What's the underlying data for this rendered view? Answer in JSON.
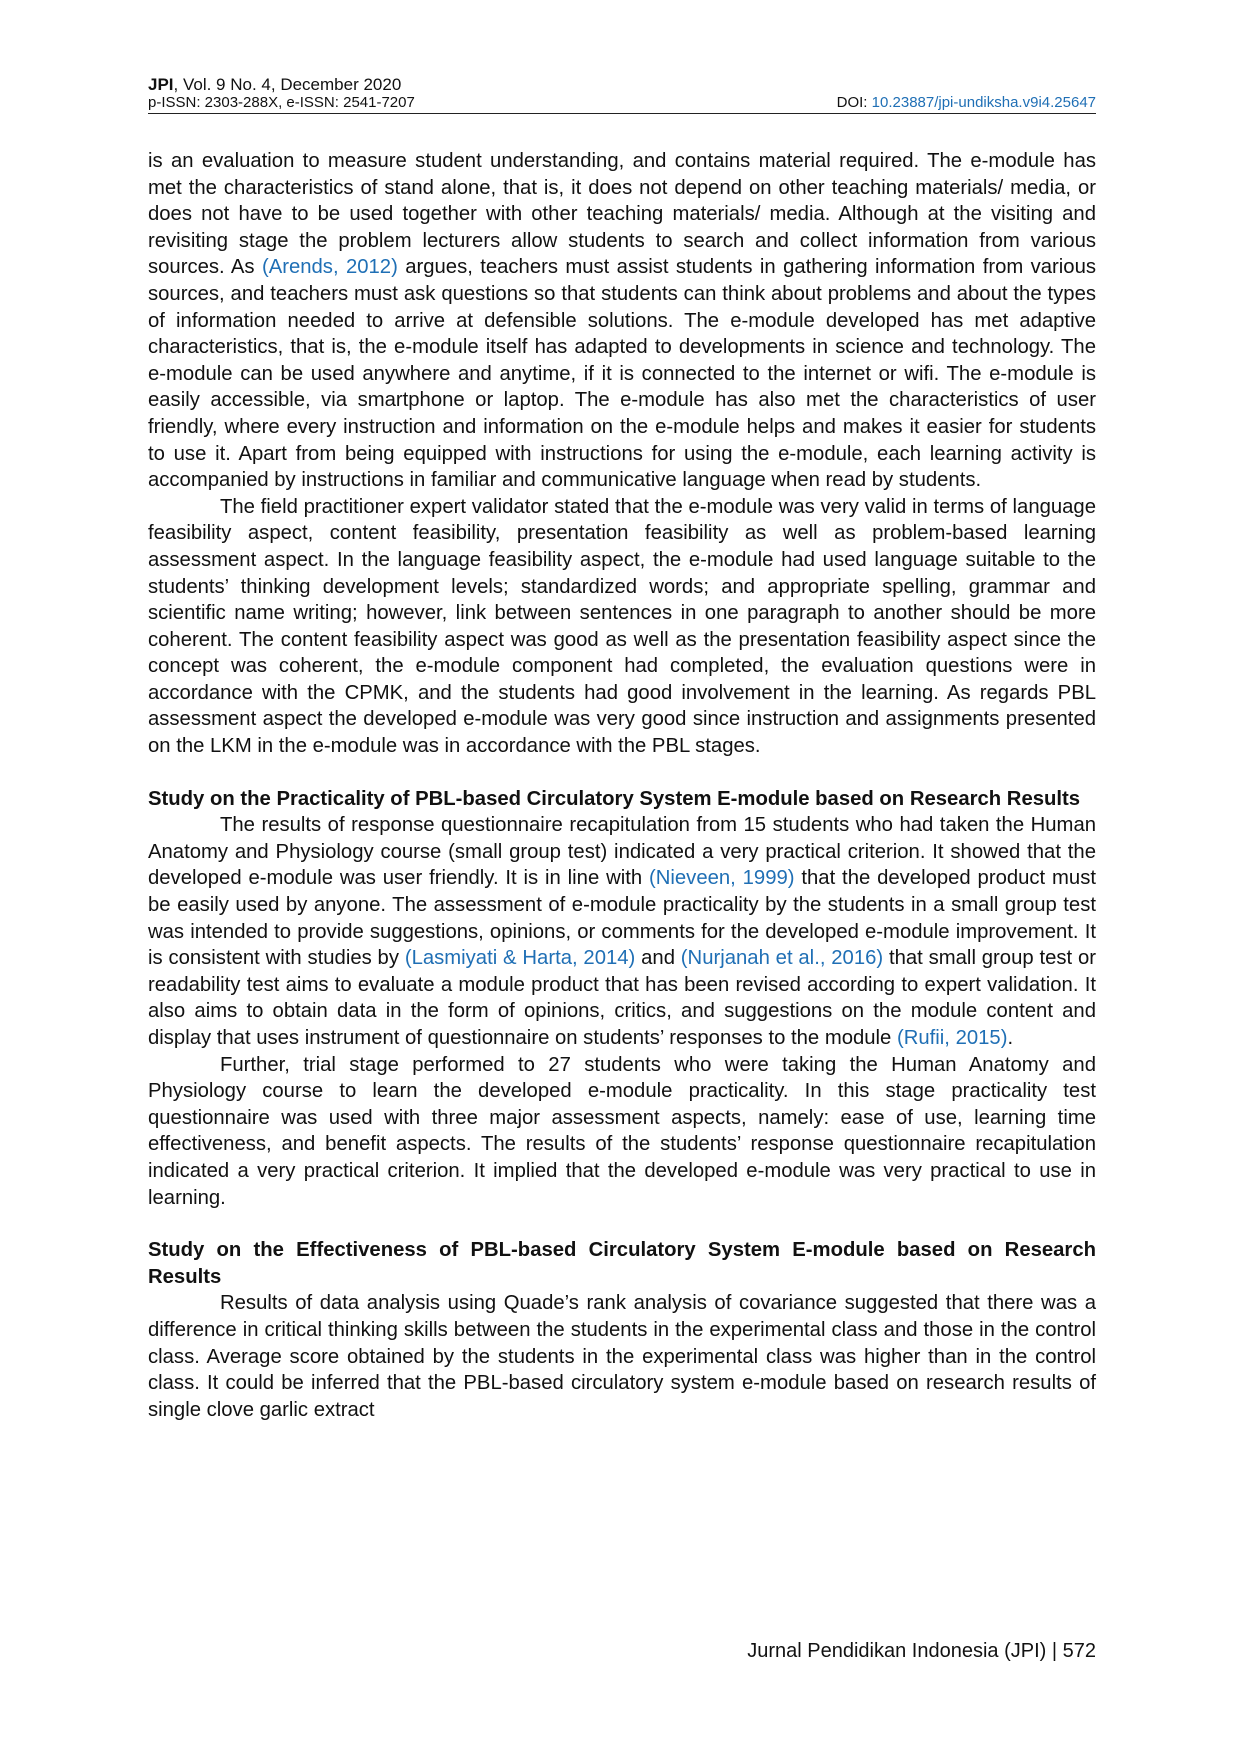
{
  "header": {
    "journal": "JPI",
    "issue": ", Vol. 9 No. 4, December 2020",
    "issn": "p-ISSN: 2303-288X, e-ISSN: 2541-7207",
    "doi_label": "DOI: ",
    "doi": "10.23887/jpi-undiksha.v9i4.25647"
  },
  "paragraphs": {
    "p1": "is an evaluation to measure student understanding, and contains material required. The e-module has met the characteristics of stand alone, that is, it does not depend on other teaching materials/ media, or does not have to be used together with other teaching materials/ media. Although at the visiting and revisiting stage the problem lecturers allow students to search and collect information from various sources. As ",
    "p1_cite": "(Arends, 2012)",
    "p1_rest": " argues, teachers must assist students in gathering information from various sources, and teachers must ask questions so that students can think about problems and about the types of information needed to arrive at defensible solutions. The e-module developed has met adaptive characteristics, that is, the e-module itself has adapted to developments in science and technology. The e-module can be used anywhere and anytime, if it is connected to the internet or wifi. The e-module is easily accessible, via smartphone or laptop. The e-module has also met the characteristics of user friendly, where every instruction and information on the e-module helps and makes it easier for students to use it. Apart from being equipped with instructions for using the e-module, each learning activity is accompanied by instructions in familiar and communicative language when read by students.",
    "p2": "The field practitioner expert validator stated that the e-module was very valid in terms of language feasibility aspect, content feasibility, presentation feasibility as well as problem-based learning assessment aspect. In the language feasibility aspect, the e-module had used language suitable to the students’ thinking development levels; standardized words; and appropriate spelling, grammar and scientific name writing; however, link between sentences in one paragraph to another should be more coherent. The content feasibility aspect was good as well as the presentation feasibility aspect since the concept was coherent, the e-module component had completed, the evaluation questions were in accordance with the CPMK, and the students had good involvement in the learning. As regards PBL assessment aspect the developed e-module was very good since instruction and assignments presented on the LKM in the e-module was in accordance with the PBL stages.",
    "h1": "Study on the Practicality of PBL-based Circulatory System E-module based on Research Results",
    "p3a": "The results of response questionnaire recapitulation from 15 students who had taken the Human Anatomy and Physiology course (small group test) indicated a very practical criterion. It showed that the developed e-module was user friendly. It is in line with ",
    "p3_cite1": "(Nieveen, 1999)",
    "p3b": " that the developed product must be easily used by anyone. The assessment of e-module practicality by the students in a small group test was intended to provide suggestions, opinions, or comments for the developed e-module improvement. It is consistent with studies by ",
    "p3_cite2": "(Lasmiyati & Harta, 2014)",
    "p3c": " and ",
    "p3_cite3": "(Nurjanah et al., 2016)",
    "p3d": " that small group test or readability test aims to evaluate a module product that has been revised according to expert validation. It also aims to obtain data in the form of opinions, critics, and suggestions on the module content and display that uses instrument of questionnaire on students’ responses to the module ",
    "p3_cite4": "(Rufii, 2015)",
    "p3e": ".",
    "p4": "Further, trial stage performed to 27 students who were taking the Human Anatomy and Physiology course to learn the developed e-module practicality. In this stage practicality test questionnaire was used with three major assessment aspects, namely: ease of use, learning time effectiveness, and benefit aspects. The results of the students’ response questionnaire recapitulation indicated a very practical criterion. It implied that the developed e-module was very practical to use in learning.",
    "h2": "Study on the Effectiveness of PBL-based Circulatory System E-module based on Research Results",
    "p5": "Results of data analysis using Quade’s rank analysis of covariance suggested that there was a difference in critical thinking skills between the students in the experimental class and those in the control class. Average score obtained by the students in the experimental class was higher than in the control class. It could be inferred that the PBL-based circulatory system e-module based on research results of single clove garlic extract"
  },
  "footer": {
    "text": "Jurnal Pendidikan Indonesia (JPI) | 572"
  }
}
